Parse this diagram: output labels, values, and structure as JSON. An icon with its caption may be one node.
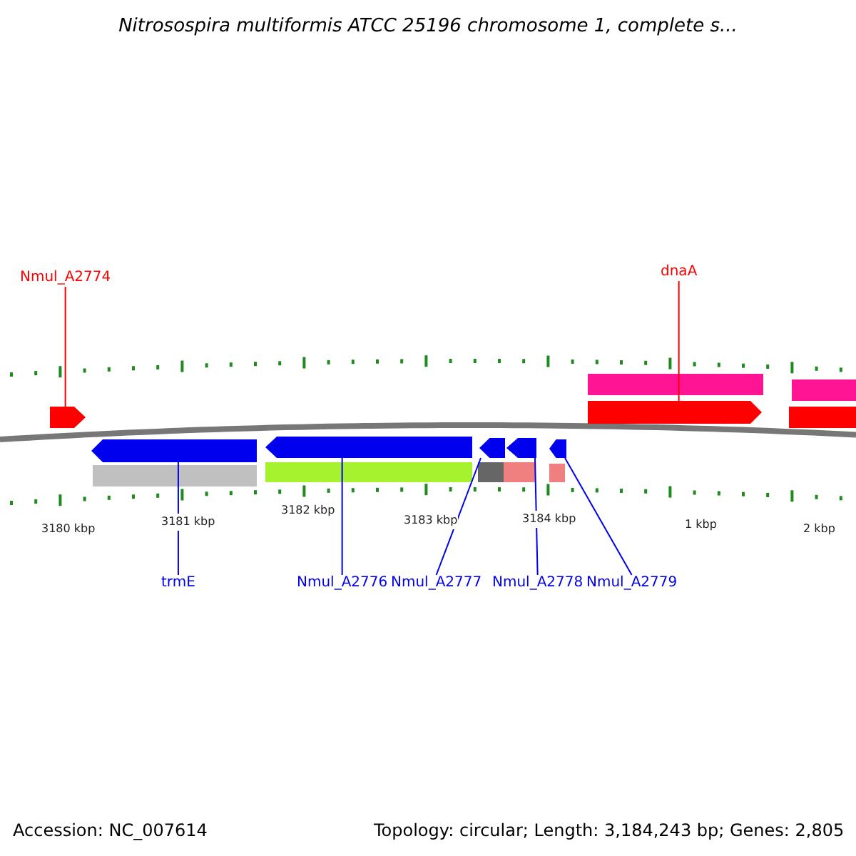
{
  "diagram": {
    "title": "Nitrosospira multiformis ATCC 25196 chromosome 1, complete s...",
    "nodes": [
      {
        "text": [
          "Nmul_A2774"
        ]
      },
      {
        "text": [
          "dnaA"
        ]
      },
      {
        "text": [],
        "shape": "arrow"
      },
      {
        "text": [],
        "shape": "arrow"
      },
      {
        "text": [],
        "shape": "arrow"
      },
      {
        "text": [],
        "shape": "arrow"
      },
      {
        "text": [],
        "shape": "arrow"
      },
      {
        "text": [],
        "shape": "arrow"
      },
      {
        "text": [],
        "shape": "arrow"
      },
      {
        "text": [
          "trmE"
        ]
      },
      {
        "text": [
          "Nmul_A2776"
        ]
      },
      {
        "text": [
          "Nmul_A2777"
        ]
      },
      {
        "text": [
          "Nmul_A2778"
        ]
      },
      {
        "text": [
          "Nmul_A2779"
        ]
      }
    ],
    "edges": [
      {
        "from": 0,
        "to": 2,
        "arrow": "none",
        "color": "#ff0000"
      },
      {
        "from": 1,
        "to": 3,
        "arrow": "none",
        "color": "#ff0000"
      },
      {
        "from": 9,
        "to": 4,
        "arrow": "none"
      },
      {
        "from": 10,
        "to": 5,
        "arrow": "none"
      },
      {
        "from": 11,
        "to": 6,
        "arrow": "none"
      },
      {
        "from": 12,
        "to": 7,
        "arrow": "none"
      },
      {
        "from": 13,
        "to": 8,
        "arrow": "none"
      }
    ],
    "labels": [
      "3180 kbp",
      "3181 kbp",
      "3182 kbp",
      "3183 kbp",
      "3184 kbp",
      "1 kbp",
      "2 kbp",
      "Accession: NC_007614",
      "Topology: circular; Length: 3,184,243 bp; Genes: 2,805"
    ]
  }
}
